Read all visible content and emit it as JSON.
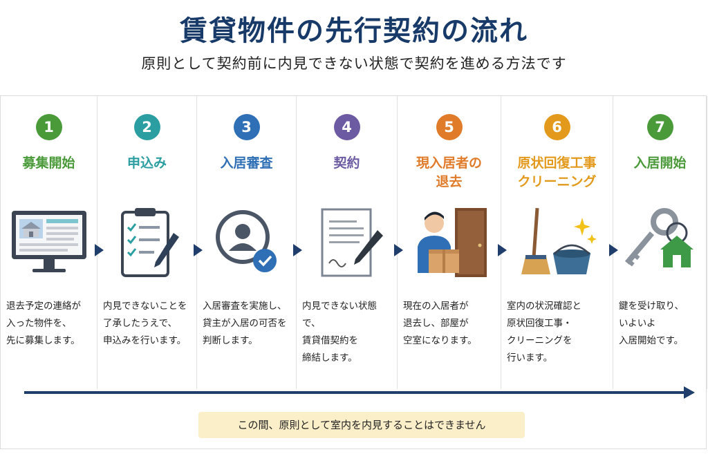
{
  "title": "賃貸物件の先行契約の流れ",
  "subtitle": "原則として契約前に内見できない状態で契約を進める方法です",
  "steps": [
    {
      "num": "1",
      "heading": "募集開始",
      "color": "#4a9a3a",
      "desc": "退去予定の連絡が\n入った物件を、\n先に募集します。"
    },
    {
      "num": "2",
      "heading": "申込み",
      "color": "#2b9ea1",
      "desc": "内見できないことを\n了承したうえで、\n申込みを行います。"
    },
    {
      "num": "3",
      "heading": "入居審査",
      "color": "#2f6fb5",
      "desc": "入居審査を実施し、\n貸主が入居の可否を\n判断します。"
    },
    {
      "num": "4",
      "heading": "契約",
      "color": "#6c5aa3",
      "desc": "内見できない状態で、\n賃貸借契約を\n締結します。"
    },
    {
      "num": "5",
      "heading": "現入居者の\n退去",
      "color": "#e07b2a",
      "desc": "現在の入居者が\n退去し、部屋が\n空室になります。"
    },
    {
      "num": "6",
      "heading": "原状回復工事\nクリーニング",
      "color": "#e39a1c",
      "desc": "室内の状況確認と\n原状回復工事・\nクリーニングを\n行います。"
    },
    {
      "num": "7",
      "heading": "入居開始",
      "color": "#4a9a3a",
      "desc": "鍵を受け取り、\nいよいよ\n入居開始です。"
    }
  ],
  "note": "この間、原則として室内を内見することはできません"
}
